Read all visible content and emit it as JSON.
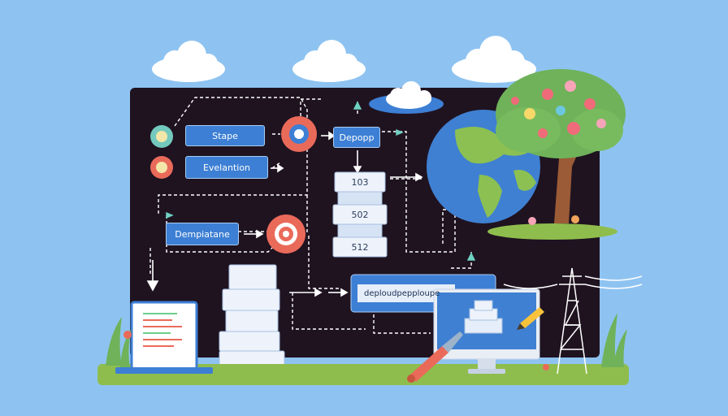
{
  "diagram": {
    "labels": {
      "top_left": "Stape",
      "evaluation": "Evelantion",
      "deploy": "Depopp",
      "dependence": "Dempiatane",
      "stack_1": "103",
      "stack_2": "502",
      "stack_3": "512",
      "bottom_bar": "deploudpepploupe"
    },
    "colors": {
      "sky": "#8ec3f1",
      "board": "#1f1320",
      "label_blue": "#3d7fd4",
      "gear_red": "#ea6a5a",
      "grass": "#8fbd4d"
    }
  }
}
